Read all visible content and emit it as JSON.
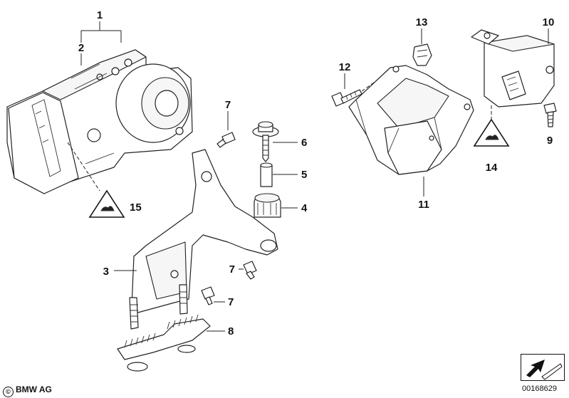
{
  "diagram": {
    "callouts": {
      "c1": "1",
      "c2": "2",
      "c3": "3",
      "c4": "4",
      "c5": "5",
      "c6": "6",
      "c7a": "7",
      "c7b": "7",
      "c7c": "7",
      "c8": "8",
      "c9": "9",
      "c10": "10",
      "c11": "11",
      "c12": "12",
      "c13": "13",
      "c14": "14",
      "c15": "15"
    }
  },
  "footer": {
    "copyright_symbol": "©",
    "copyright_text": "BMW AG",
    "document_number": "00168629"
  },
  "icons": {
    "warning_triangle": "esd-warning-triangle-icon",
    "orientation": "orientation-arrow-icon"
  }
}
